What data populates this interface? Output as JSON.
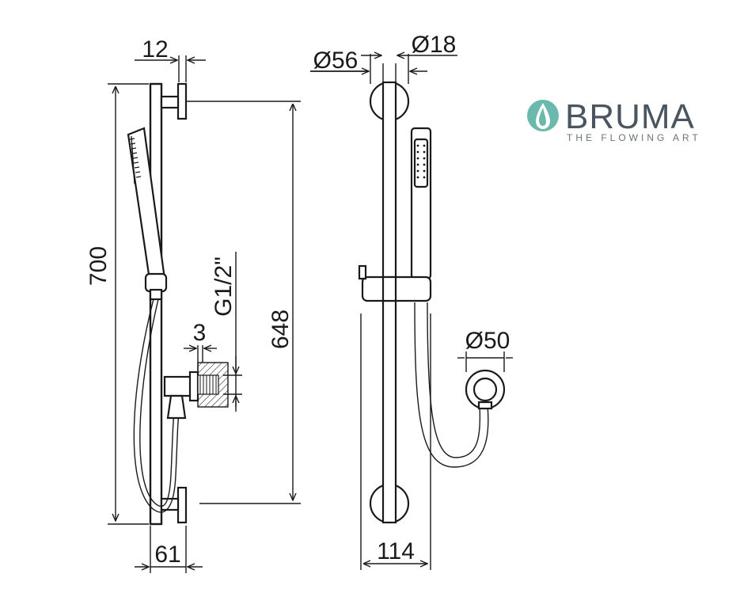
{
  "dimensions": {
    "side_bar_width": "12",
    "total_height": "700",
    "thread": "G1/2\"",
    "wall_offset": "3",
    "bracket_span": "648",
    "base_depth": "61",
    "rail_diameter": "Ø56",
    "handle_diameter": "Ø18",
    "outlet_diameter": "Ø50",
    "overall_width": "114"
  },
  "brand": {
    "name": "BRUMA",
    "tagline": "THE FLOWING ART",
    "accent_color": "#6bb8ad",
    "icon": "water-drop-icon"
  },
  "colors": {
    "line": "#1a1a1a",
    "text": "#4a5560"
  }
}
